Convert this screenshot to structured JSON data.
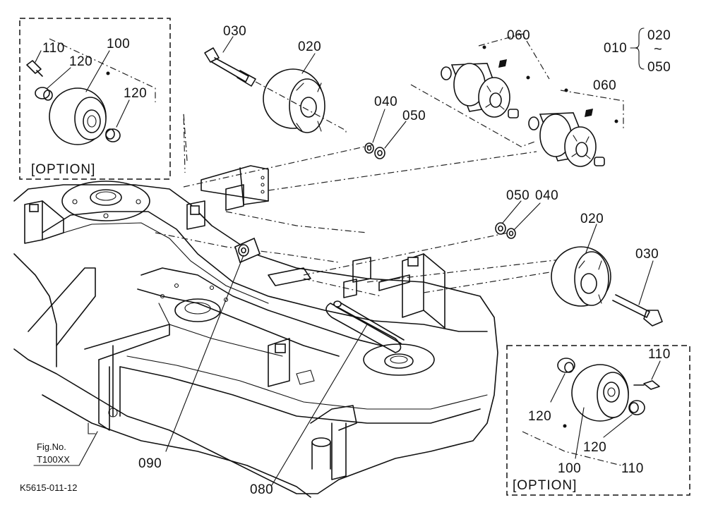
{
  "labels": {
    "p010": "010",
    "p020_range_start": "020",
    "p020_range_tilde": "~",
    "p020_range_end": "050",
    "p020_top": "020",
    "p030_top": "030",
    "p060_top": "060",
    "p060_mid": "060",
    "p040_top": "040",
    "p050_top": "050",
    "p050_mid": "050",
    "p040_mid": "040",
    "p020_right": "020",
    "p030_right": "030",
    "p090": "090",
    "p080": "080",
    "opt_tl_110": "110",
    "opt_tl_100": "100",
    "opt_tl_120a": "120",
    "opt_tl_120b": "120",
    "opt_br_110a": "110",
    "opt_br_120a": "120",
    "opt_br_120b": "120",
    "opt_br_100": "100",
    "opt_br_110b": "110"
  },
  "option_boxes": {
    "top_left_caption": "[OPTION]",
    "bottom_right_caption": "[OPTION]"
  },
  "figure": {
    "fig_no_label": "Fig.No.",
    "fig_no_value": "T100XX",
    "drawing_code": "K5615-011-12"
  }
}
